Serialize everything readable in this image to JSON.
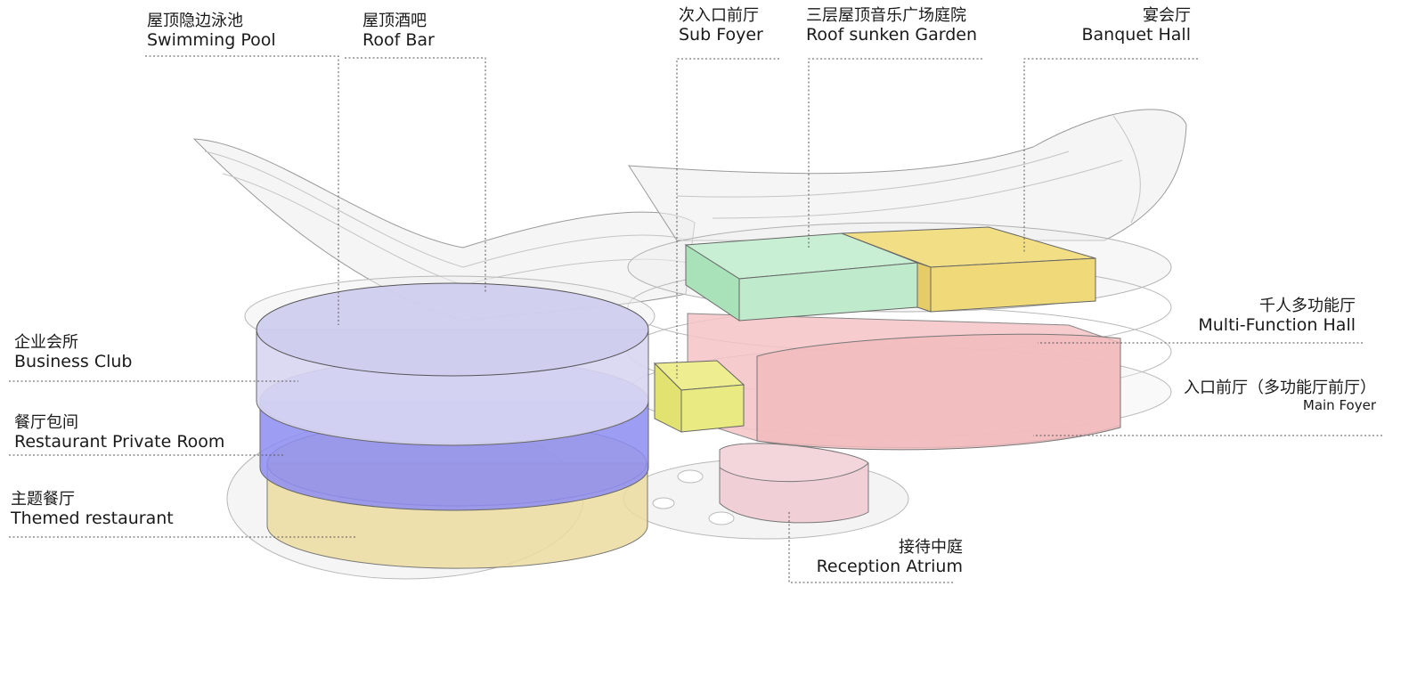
{
  "labels": {
    "pool": {
      "zh": "屋顶隐边泳池",
      "en": "Swimming Pool"
    },
    "roofbar": {
      "zh": "屋顶酒吧",
      "en": "Roof Bar"
    },
    "subfoyer": {
      "zh": "次入口前厅",
      "en": "Sub Foyer"
    },
    "garden": {
      "zh": "三层屋顶音乐广场庭院",
      "en": "Roof sunken Garden"
    },
    "banquet": {
      "zh": "宴会厅",
      "en": "Banquet Hall"
    },
    "business": {
      "zh": "企业会所",
      "en": "Business Club"
    },
    "private": {
      "zh": "餐厅包间",
      "en": "Restaurant Private Room"
    },
    "themed": {
      "zh": "主题餐厅",
      "en": "Themed restaurant"
    },
    "multi": {
      "zh": "千人多功能厅",
      "en": "Multi-Function Hall"
    },
    "mainfoyer": {
      "zh": "入口前厅（多功能厅前厅）",
      "en": "Main Foyer"
    },
    "reception": {
      "zh": "接待中庭",
      "en": "Reception Atrium"
    }
  },
  "colors": {
    "purple_light": "#cfcdee",
    "blue": "#8c8cf2",
    "yellow_light": "#ecdca0",
    "green": "#bfeacb",
    "gold": "#efd978",
    "pink": "#f4c3c6",
    "lemon": "#eaea82",
    "rose": "#efcbd3",
    "glass": "#e6e6e6"
  }
}
